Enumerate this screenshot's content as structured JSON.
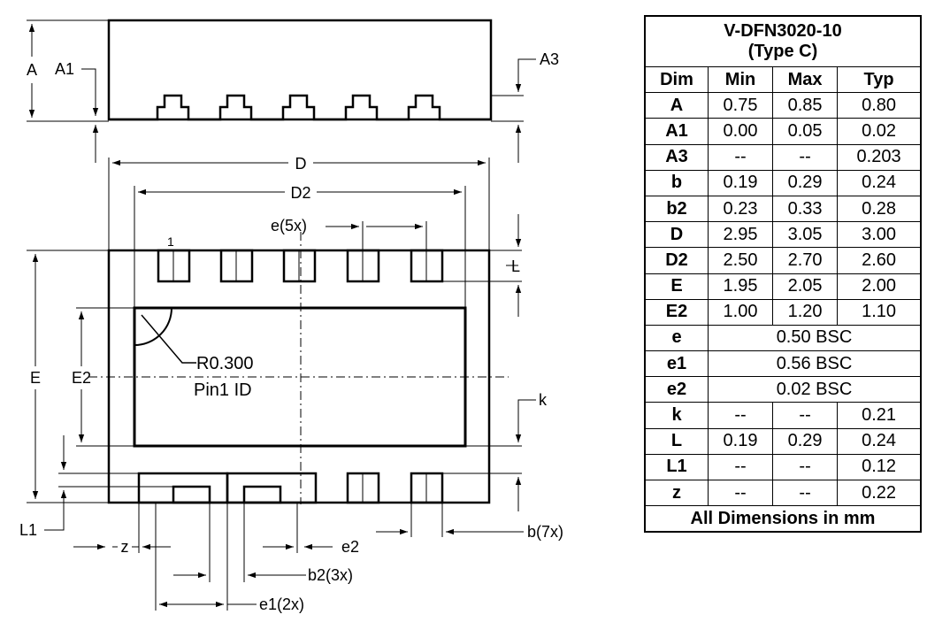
{
  "drawing": {
    "labels": {
      "A": "A",
      "A1": "A1",
      "A3": "A3",
      "D": "D",
      "D2": "D2",
      "e5x": "e(5x)",
      "pin1": "1",
      "L": "L",
      "E": "E",
      "E2": "E2",
      "R": "R0.300",
      "pin1_id": "Pin1 ID",
      "k": "k",
      "L1": "L1",
      "z": "z",
      "e2": "e2",
      "b7x": "b(7x)",
      "b23x": "b2(3x)",
      "e12x": "e1(2x)"
    }
  },
  "table": {
    "title_line1": "V-DFN3020-10",
    "title_line2": "(Type C)",
    "headers": [
      "Dim",
      "Min",
      "Max",
      "Typ"
    ],
    "rows": [
      {
        "dim": "A",
        "min": "0.75",
        "max": "0.85",
        "typ": "0.80"
      },
      {
        "dim": "A1",
        "min": "0.00",
        "max": "0.05",
        "typ": "0.02"
      },
      {
        "dim": "A3",
        "min": "--",
        "max": "--",
        "typ": "0.203"
      },
      {
        "dim": "b",
        "min": "0.19",
        "max": "0.29",
        "typ": "0.24"
      },
      {
        "dim": "b2",
        "min": "0.23",
        "max": "0.33",
        "typ": "0.28"
      },
      {
        "dim": "D",
        "min": "2.95",
        "max": "3.05",
        "typ": "3.00"
      },
      {
        "dim": "D2",
        "min": "2.50",
        "max": "2.70",
        "typ": "2.60"
      },
      {
        "dim": "E",
        "min": "1.95",
        "max": "2.05",
        "typ": "2.00"
      },
      {
        "dim": "E2",
        "min": "1.00",
        "max": "1.20",
        "typ": "1.10"
      },
      {
        "dim": "k",
        "min": "--",
        "max": "--",
        "typ": "0.21"
      },
      {
        "dim": "L",
        "min": "0.19",
        "max": "0.29",
        "typ": "0.24"
      },
      {
        "dim": "L1",
        "min": "--",
        "max": "--",
        "typ": "0.12"
      },
      {
        "dim": "z",
        "min": "--",
        "max": "--",
        "typ": "0.22"
      }
    ],
    "bsc_rows": [
      {
        "dim": "e",
        "value": "0.50 BSC"
      },
      {
        "dim": "e1",
        "value": "0.56 BSC"
      },
      {
        "dim": "e2",
        "value": "0.02 BSC"
      }
    ],
    "footer": "All Dimensions in mm"
  }
}
